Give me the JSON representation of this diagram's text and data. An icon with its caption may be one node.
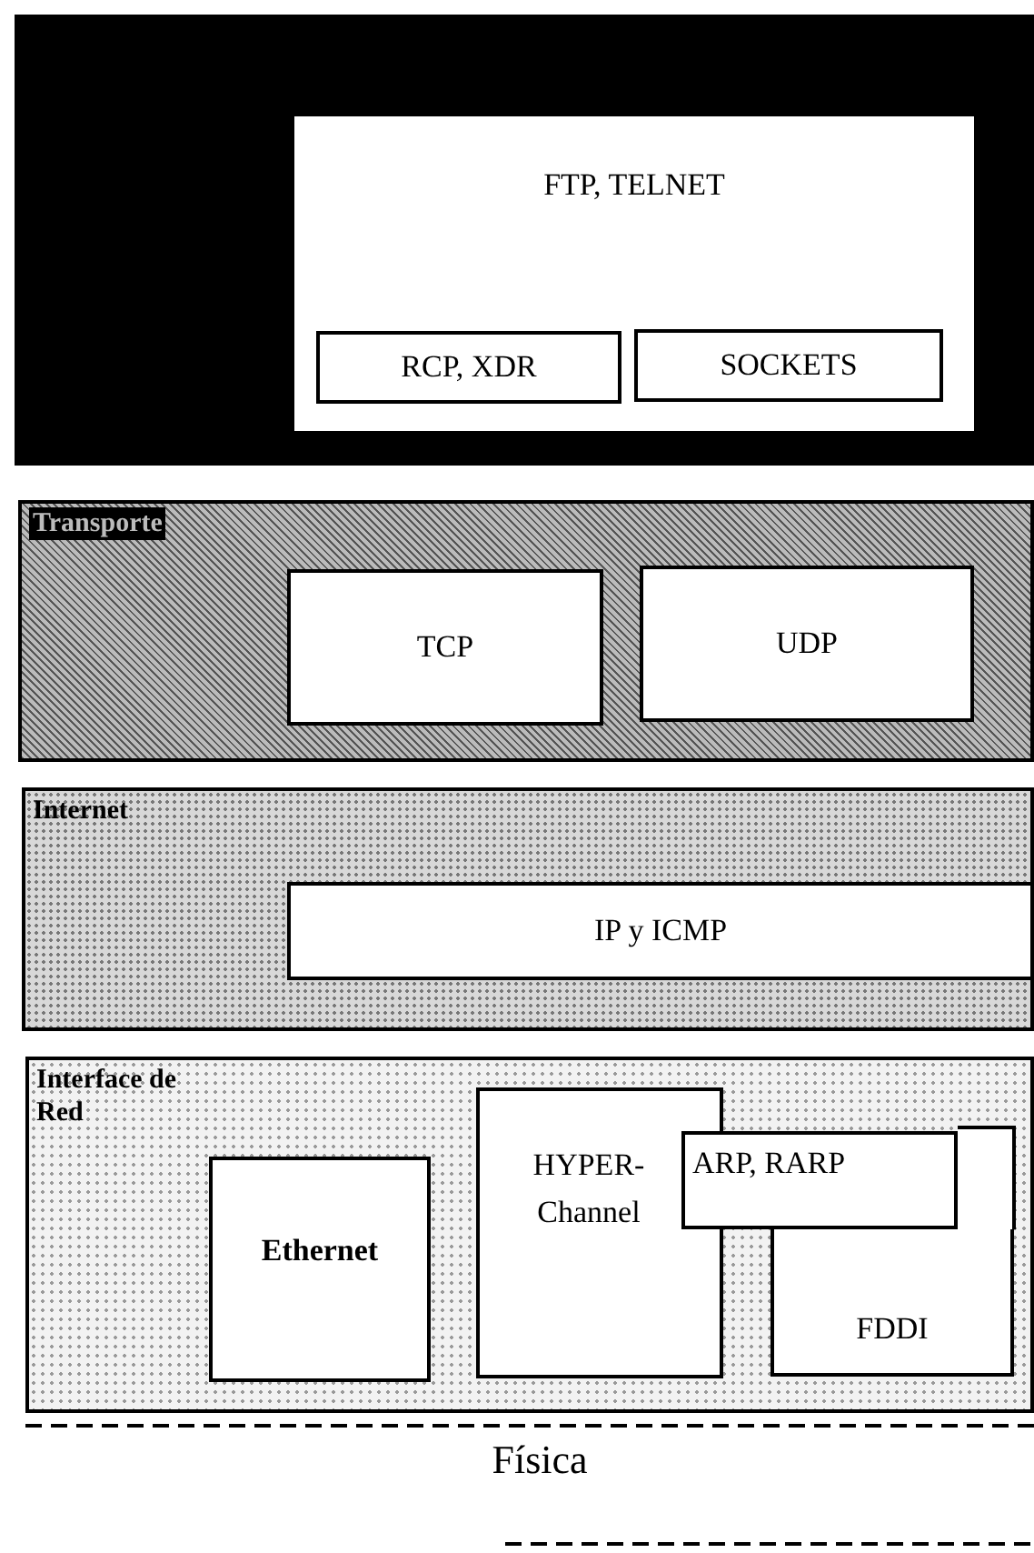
{
  "diagram": {
    "nodes": [
      {
        "text": [],
        "shape": "box"
      },
      {
        "text": [
          "FTP, TELNET"
        ],
        "in": 0
      },
      {
        "text": [
          "RCP, XDR"
        ],
        "in": 1
      },
      {
        "text": [
          "SOCKETS"
        ],
        "in": 1
      },
      {
        "text": [
          "Transporte"
        ]
      },
      {
        "text": [
          "TCP"
        ],
        "in": 4
      },
      {
        "text": [
          "UDP"
        ],
        "in": 4
      },
      {
        "text": [
          "Internet"
        ]
      },
      {
        "text": [
          "IP y ICMP"
        ],
        "in": 7
      },
      {
        "text": [
          "Interface de Red"
        ]
      },
      {
        "text": [
          "Ethernet"
        ],
        "in": 9
      },
      {
        "text": [
          "HYPER- Channel"
        ],
        "in": 9
      },
      {
        "text": [
          "ARP, RARP"
        ],
        "in": 9
      },
      {
        "text": [
          "FDDI"
        ],
        "in": 9
      }
    ],
    "labels": [
      "Física"
    ]
  }
}
